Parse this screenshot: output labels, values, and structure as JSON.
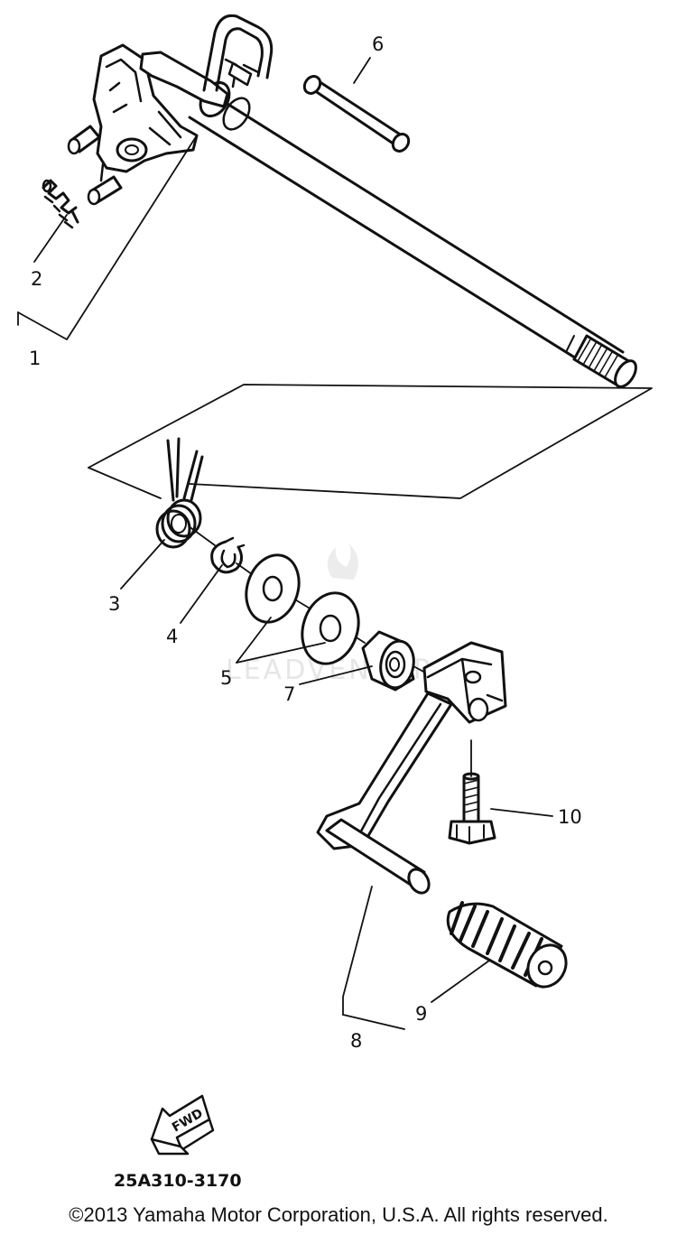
{
  "parts": {
    "p1": "1",
    "p2": "2",
    "p3": "3",
    "p4": "4",
    "p5": "5",
    "p6": "6",
    "p7": "7",
    "p8": "8",
    "p9": "9",
    "p10": "10"
  },
  "arrow_label": "FWD",
  "diagram_code": "25A310-3170",
  "watermark": "LEADVENTURE",
  "copyright": "©2013 Yamaha Motor Corporation, U.S.A. All rights reserved."
}
